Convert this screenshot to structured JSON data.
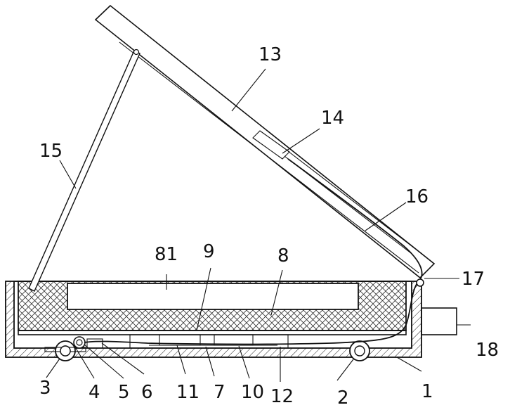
{
  "labels": {
    "n1": "1",
    "n2": "2",
    "n3": "3",
    "n4": "4",
    "n5": "5",
    "n6": "6",
    "n7": "7",
    "n8": "8",
    "n9": "9",
    "n10": "10",
    "n11": "11",
    "n12": "12",
    "n13": "13",
    "n14": "14",
    "n15": "15",
    "n16": "16",
    "n17": "17",
    "n18": "18",
    "n81": "81"
  }
}
